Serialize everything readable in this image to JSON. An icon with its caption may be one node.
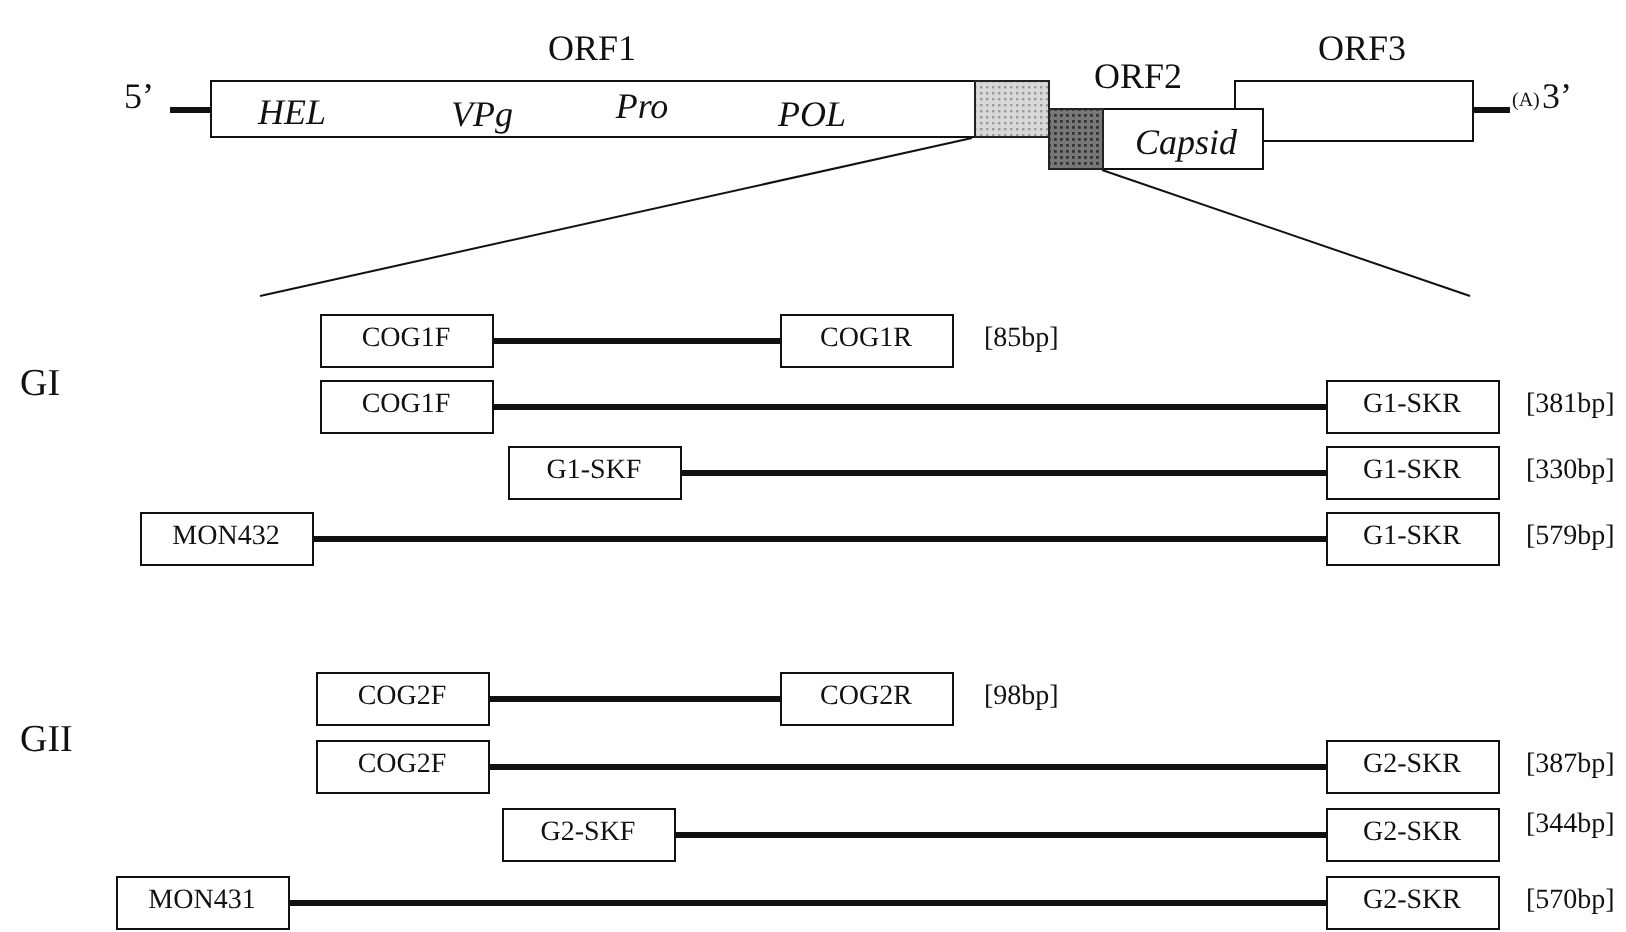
{
  "diagram": {
    "nodes": [
      {
        "text": [
          "ORF1",
          "HEL",
          "VPg",
          "Pro",
          "POL"
        ]
      },
      {
        "text": [],
        "shape": "box",
        "in": 0
      },
      {
        "text": [
          "ORF2",
          "Capsid"
        ]
      },
      {
        "text": [],
        "shape": "box",
        "in": 2
      },
      {
        "text": [
          "ORF3"
        ]
      },
      {
        "text": [
          "COG1F"
        ]
      },
      {
        "text": [
          "COG1R"
        ]
      },
      {
        "text": [
          "COG1F"
        ]
      },
      {
        "text": [
          "G1-SKR"
        ]
      },
      {
        "text": [
          "G1-SKF"
        ]
      },
      {
        "text": [
          "G1-SKR"
        ]
      },
      {
        "text": [
          "MON432"
        ]
      },
      {
        "text": [
          "G1-SKR"
        ]
      },
      {
        "text": [
          "COG2F"
        ]
      },
      {
        "text": [
          "COG2R"
        ]
      },
      {
        "text": [
          "COG2F"
        ]
      },
      {
        "text": [
          "G2-SKR"
        ]
      },
      {
        "text": [
          "G2-SKF"
        ]
      },
      {
        "text": [
          "G2-SKR"
        ]
      },
      {
        "text": [
          "MON431"
        ]
      },
      {
        "text": [
          "G2-SKR"
        ]
      }
    ],
    "edges": [
      {
        "from": 5,
        "to": 6,
        "arrow": "none"
      },
      {
        "from": 7,
        "to": 8,
        "arrow": "none"
      },
      {
        "from": 9,
        "to": 10,
        "arrow": "none"
      },
      {
        "from": 11,
        "to": 12,
        "arrow": "none"
      },
      {
        "from": 13,
        "to": 14,
        "arrow": "none"
      },
      {
        "from": 15,
        "to": 16,
        "arrow": "none"
      },
      {
        "from": 17,
        "to": 18,
        "arrow": "none"
      },
      {
        "from": 19,
        "to": 20,
        "arrow": "none"
      }
    ],
    "labels": [
      "5’",
      "(A)",
      "3’",
      "GI",
      "[85bp]",
      "[381bp]",
      "[330bp]",
      "[579bp]",
      "GII",
      "[98bp]",
      "[387bp]",
      "[344bp]",
      "[570bp]"
    ]
  }
}
